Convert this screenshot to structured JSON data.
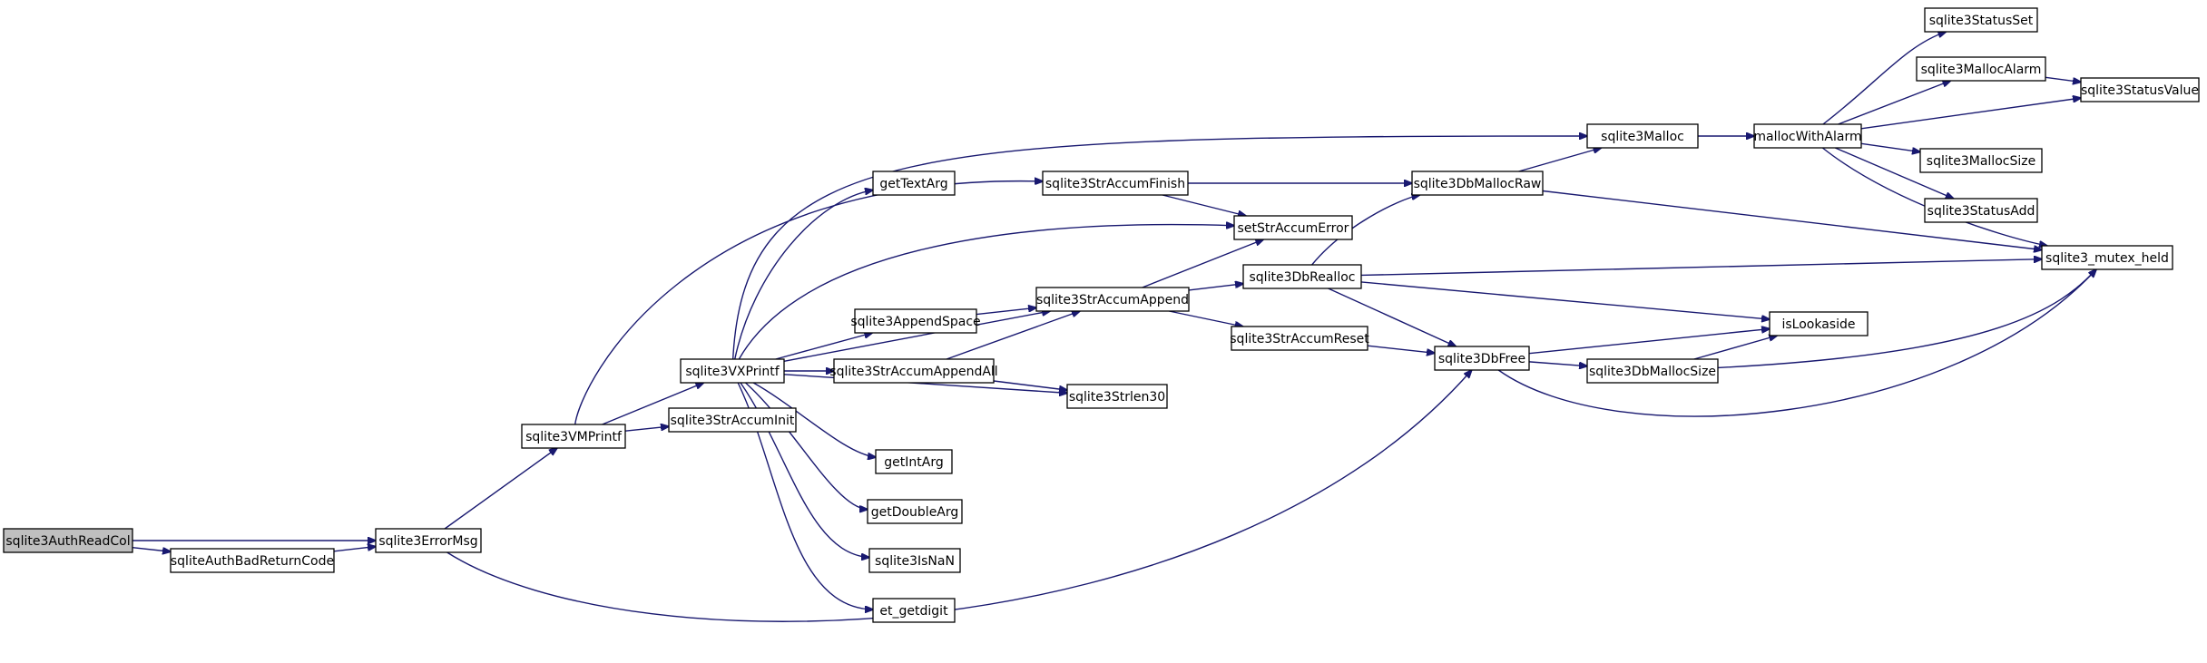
{
  "graph": {
    "title": "",
    "nodes": [
      {
        "id": "sqlite3AuthReadCol",
        "label": "sqlite3AuthReadCol",
        "root": true
      },
      {
        "id": "sqliteAuthBadReturnCode",
        "label": "sqliteAuthBadReturnCode"
      },
      {
        "id": "sqlite3ErrorMsg",
        "label": "sqlite3ErrorMsg"
      },
      {
        "id": "sqlite3VMPrintf",
        "label": "sqlite3VMPrintf"
      },
      {
        "id": "sqlite3VXPrintf",
        "label": "sqlite3VXPrintf"
      },
      {
        "id": "sqlite3StrAccumInit",
        "label": "sqlite3StrAccumInit"
      },
      {
        "id": "getTextArg",
        "label": "getTextArg"
      },
      {
        "id": "sqlite3AppendSpace",
        "label": "sqlite3AppendSpace"
      },
      {
        "id": "sqlite3StrAccumAppendAll",
        "label": "sqlite3StrAccumAppendAll"
      },
      {
        "id": "getIntArg",
        "label": "getIntArg"
      },
      {
        "id": "getDoubleArg",
        "label": "getDoubleArg"
      },
      {
        "id": "sqlite3IsNaN",
        "label": "sqlite3IsNaN"
      },
      {
        "id": "et_getdigit",
        "label": "et_getdigit"
      },
      {
        "id": "sqlite3StrAccumFinish",
        "label": "sqlite3StrAccumFinish"
      },
      {
        "id": "setStrAccumError",
        "label": "setStrAccumError"
      },
      {
        "id": "sqlite3StrAccumAppend",
        "label": "sqlite3StrAccumAppend"
      },
      {
        "id": "sqlite3Strlen30",
        "label": "sqlite3Strlen30"
      },
      {
        "id": "sqlite3StrAccumReset",
        "label": "sqlite3StrAccumReset"
      },
      {
        "id": "sqlite3DbMallocRaw",
        "label": "sqlite3DbMallocRaw"
      },
      {
        "id": "sqlite3DbRealloc",
        "label": "sqlite3DbRealloc"
      },
      {
        "id": "sqlite3DbFree",
        "label": "sqlite3DbFree"
      },
      {
        "id": "sqlite3DbMallocSize",
        "label": "sqlite3DbMallocSize"
      },
      {
        "id": "sqlite3Malloc",
        "label": "sqlite3Malloc"
      },
      {
        "id": "mallocWithAlarm",
        "label": "mallocWithAlarm"
      },
      {
        "id": "isLookaside",
        "label": "isLookaside"
      },
      {
        "id": "sqlite3StatusSet",
        "label": "sqlite3StatusSet"
      },
      {
        "id": "sqlite3MallocAlarm",
        "label": "sqlite3MallocAlarm"
      },
      {
        "id": "sqlite3StatusValue",
        "label": "sqlite3StatusValue"
      },
      {
        "id": "sqlite3MallocSize",
        "label": "sqlite3MallocSize"
      },
      {
        "id": "sqlite3StatusAdd",
        "label": "sqlite3StatusAdd"
      },
      {
        "id": "sqlite3_mutex_held",
        "label": "sqlite3_mutex_held"
      }
    ],
    "edges": [
      {
        "from": "sqlite3AuthReadCol",
        "to": "sqlite3ErrorMsg"
      },
      {
        "from": "sqlite3AuthReadCol",
        "to": "sqliteAuthBadReturnCode"
      },
      {
        "from": "sqliteAuthBadReturnCode",
        "to": "sqlite3ErrorMsg"
      },
      {
        "from": "sqlite3ErrorMsg",
        "to": "sqlite3VMPrintf"
      },
      {
        "from": "sqlite3ErrorMsg",
        "to": "sqlite3DbFree"
      },
      {
        "from": "sqlite3VMPrintf",
        "to": "sqlite3VXPrintf"
      },
      {
        "from": "sqlite3VMPrintf",
        "to": "sqlite3StrAccumInit"
      },
      {
        "from": "sqlite3VMPrintf",
        "to": "sqlite3StrAccumFinish"
      },
      {
        "from": "sqlite3VXPrintf",
        "to": "getTextArg"
      },
      {
        "from": "sqlite3VXPrintf",
        "to": "sqlite3Malloc"
      },
      {
        "from": "sqlite3VXPrintf",
        "to": "setStrAccumError"
      },
      {
        "from": "sqlite3VXPrintf",
        "to": "sqlite3StrAccumAppend"
      },
      {
        "from": "sqlite3VXPrintf",
        "to": "sqlite3AppendSpace"
      },
      {
        "from": "sqlite3VXPrintf",
        "to": "sqlite3StrAccumAppendAll"
      },
      {
        "from": "sqlite3VXPrintf",
        "to": "sqlite3Strlen30"
      },
      {
        "from": "sqlite3VXPrintf",
        "to": "getIntArg"
      },
      {
        "from": "sqlite3VXPrintf",
        "to": "getDoubleArg"
      },
      {
        "from": "sqlite3VXPrintf",
        "to": "sqlite3IsNaN"
      },
      {
        "from": "sqlite3VXPrintf",
        "to": "et_getdigit"
      },
      {
        "from": "sqlite3AppendSpace",
        "to": "sqlite3StrAccumAppend"
      },
      {
        "from": "sqlite3StrAccumAppendAll",
        "to": "sqlite3StrAccumAppend"
      },
      {
        "from": "sqlite3StrAccumAppendAll",
        "to": "sqlite3Strlen30"
      },
      {
        "from": "sqlite3StrAccumFinish",
        "to": "setStrAccumError"
      },
      {
        "from": "sqlite3StrAccumFinish",
        "to": "sqlite3DbMallocRaw"
      },
      {
        "from": "sqlite3StrAccumAppend",
        "to": "setStrAccumError"
      },
      {
        "from": "sqlite3StrAccumAppend",
        "to": "sqlite3DbRealloc"
      },
      {
        "from": "sqlite3StrAccumAppend",
        "to": "sqlite3StrAccumReset"
      },
      {
        "from": "sqlite3StrAccumReset",
        "to": "sqlite3DbFree"
      },
      {
        "from": "sqlite3DbMallocRaw",
        "to": "sqlite3Malloc"
      },
      {
        "from": "sqlite3DbMallocRaw",
        "to": "sqlite3_mutex_held"
      },
      {
        "from": "sqlite3DbRealloc",
        "to": "sqlite3DbMallocRaw"
      },
      {
        "from": "sqlite3DbRealloc",
        "to": "sqlite3_mutex_held"
      },
      {
        "from": "sqlite3DbRealloc",
        "to": "isLookaside"
      },
      {
        "from": "sqlite3DbRealloc",
        "to": "sqlite3DbFree"
      },
      {
        "from": "sqlite3DbFree",
        "to": "isLookaside"
      },
      {
        "from": "sqlite3DbFree",
        "to": "sqlite3DbMallocSize"
      },
      {
        "from": "sqlite3DbFree",
        "to": "sqlite3_mutex_held"
      },
      {
        "from": "sqlite3DbMallocSize",
        "to": "isLookaside"
      },
      {
        "from": "sqlite3DbMallocSize",
        "to": "sqlite3_mutex_held"
      },
      {
        "from": "sqlite3Malloc",
        "to": "mallocWithAlarm"
      },
      {
        "from": "mallocWithAlarm",
        "to": "sqlite3StatusSet"
      },
      {
        "from": "mallocWithAlarm",
        "to": "sqlite3MallocAlarm"
      },
      {
        "from": "mallocWithAlarm",
        "to": "sqlite3StatusValue"
      },
      {
        "from": "mallocWithAlarm",
        "to": "sqlite3MallocSize"
      },
      {
        "from": "mallocWithAlarm",
        "to": "sqlite3StatusAdd"
      },
      {
        "from": "mallocWithAlarm",
        "to": "sqlite3_mutex_held"
      },
      {
        "from": "sqlite3MallocAlarm",
        "to": "sqlite3StatusValue"
      }
    ],
    "colors": {
      "edge": "#191970",
      "node_border": "#000000",
      "node_fill": "#ffffff",
      "root_fill": "#bfbfbf"
    }
  }
}
